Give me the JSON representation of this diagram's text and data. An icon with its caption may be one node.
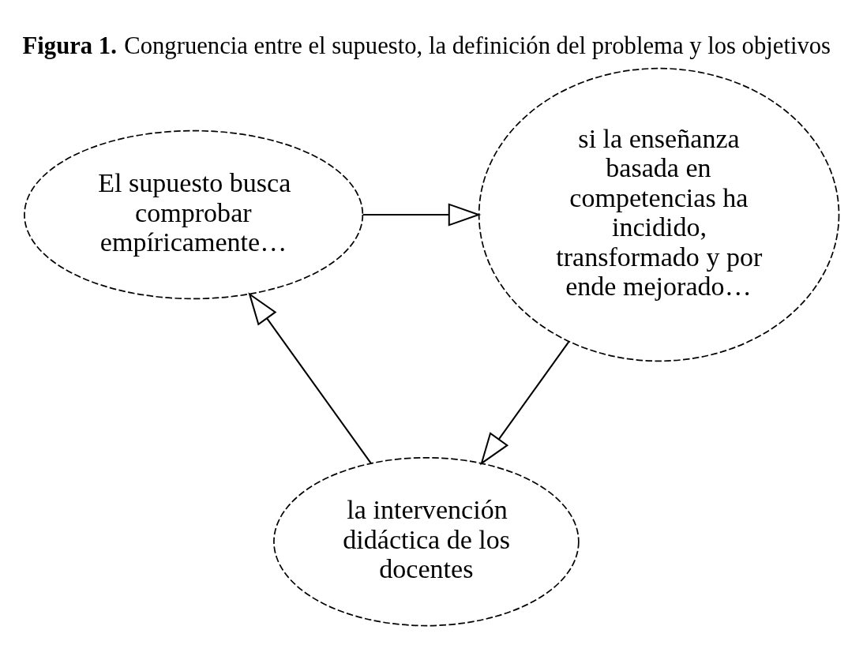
{
  "diagram": {
    "title": "**Figura 1.** Congruencia entre el supuesto, la definición del problema y los objetivos",
    "nodes": [
      {
        "text": [
          "El supuesto busca comprobar empíricamente…"
        ]
      },
      {
        "text": [
          "si la enseñanza basada en competencias ha incidido, transformado y por ende mejorado…"
        ]
      },
      {
        "text": [
          "la intervención didáctica de los docentes"
        ]
      }
    ],
    "edges": [
      {
        "from": 0,
        "to": 1,
        "arrow": "to"
      },
      {
        "from": 1,
        "to": 2,
        "arrow": "to"
      },
      {
        "from": 2,
        "to": 0,
        "arrow": "to"
      }
    ]
  }
}
